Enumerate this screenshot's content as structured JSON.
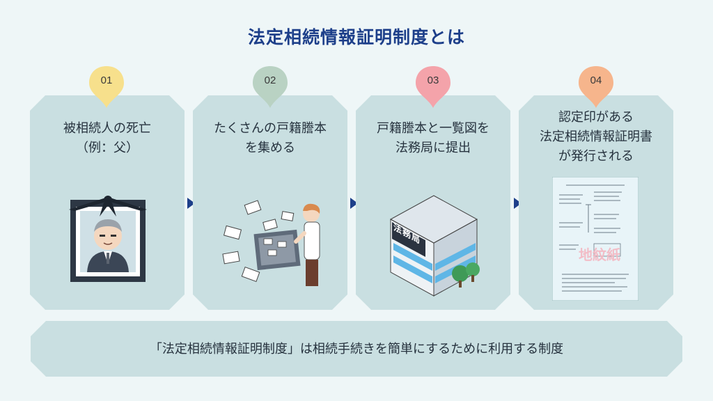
{
  "title": "法定相続情報証明制度とは",
  "steps": [
    {
      "number": "01",
      "text": "被相続人の死亡\n（例：父）",
      "pin_color": "#f7e08c",
      "illustration": "memorial-portrait"
    },
    {
      "number": "02",
      "text": "たくさんの戸籍謄本\nを集める",
      "pin_color": "#b9d2c3",
      "illustration": "person-with-documents"
    },
    {
      "number": "03",
      "text": "戸籍謄本と一覧図を\n法務局に提出",
      "pin_color": "#f4a3aa",
      "illustration": "legal-affairs-bureau-building"
    },
    {
      "number": "04",
      "text": "認定印がある\n法定相続情報証明書\nが発行される",
      "pin_color": "#f6b58c",
      "illustration": "certificate-document"
    }
  ],
  "building_sign": "法務局",
  "certificate_stamp": "地紋紙",
  "summary": "「法定相続情報証明制度」は相続手続きを簡単にするために利用する制度",
  "colors": {
    "card": "#c9dfe1",
    "background": "#eef6f7",
    "title": "#1d3f8a",
    "arrow": "#1d3f8a"
  }
}
